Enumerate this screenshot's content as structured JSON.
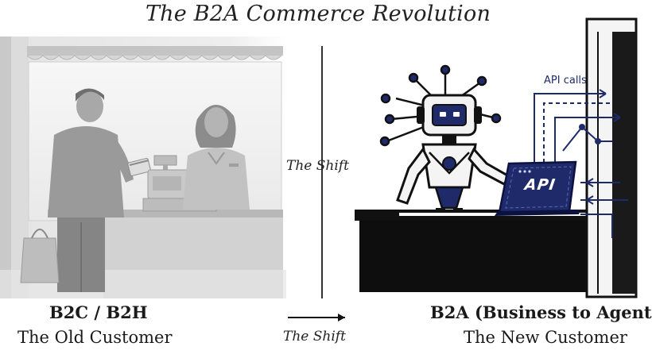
{
  "title": "The B2A Commerce Revolution",
  "divider_label": "The Shift",
  "bottom_shift_label": "The Shift",
  "left_panel": {
    "heading": "B2C / B2H",
    "subheading": "The Old Customer"
  },
  "right_panel": {
    "heading": "B2A (Business to Agent",
    "subheading": "The New Customer",
    "api_calls_label": "API calls",
    "laptop_screen_text": "API"
  },
  "colors": {
    "navy": "#1f2a6b",
    "ink": "#111111",
    "left_tint": "#cfcfcf"
  },
  "icons": [
    "arrow-right-icon",
    "robot-icon",
    "laptop-icon",
    "cash-register-icon",
    "shopping-bag-icon"
  ]
}
